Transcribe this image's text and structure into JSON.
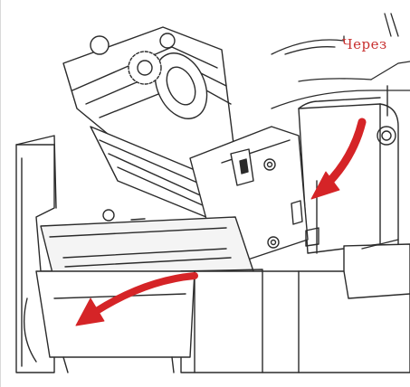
{
  "caption": "Через",
  "colors": {
    "line": "#2b2b2b",
    "arrow": "#d52427",
    "caption": "#c8302f",
    "fill": "#ffffff",
    "shade": "#f4f4f4"
  },
  "icons": {
    "arrow_feed": "curved-arrow-down-left",
    "arrow_exit": "curved-arrow-left"
  }
}
